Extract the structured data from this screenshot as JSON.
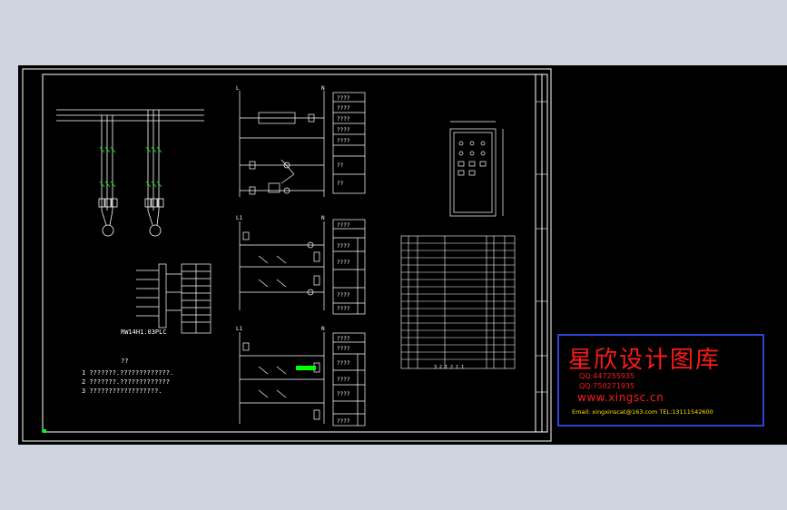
{
  "drawing": {
    "motor_label": "RW14H1.03PLC",
    "notes_title": "??",
    "notes": [
      "1 ???????.?????????????.",
      "2 ???????.?????????????",
      "3 ??????????????????."
    ],
    "control_circuits": [
      {
        "left_terminal": "L",
        "right_terminal": "N"
      },
      {
        "left_terminal": "L1",
        "right_terminal": "N"
      },
      {
        "left_terminal": "L1",
        "right_terminal": "N"
      }
    ],
    "box1_texts": [
      "????",
      "????",
      "????",
      "????",
      "????",
      "??",
      "??"
    ],
    "box2_texts": [
      "????",
      "????",
      "????",
      "????",
      "????"
    ],
    "box3_texts": [
      "????",
      "????",
      "????",
      "????",
      "????",
      "????"
    ],
    "bom_footer": "3 2 1 2 1 1"
  },
  "watermark": {
    "brand": "星欣设计图库",
    "qq1": "QQ:447255935",
    "qq2": "QQ:750271935",
    "website": "www.xingsc.cn",
    "contact": "Email: xingxinscat@163.com  TEL:13111542600",
    "brand_color": "#ff1a1a",
    "border_color": "#2b45d8"
  }
}
